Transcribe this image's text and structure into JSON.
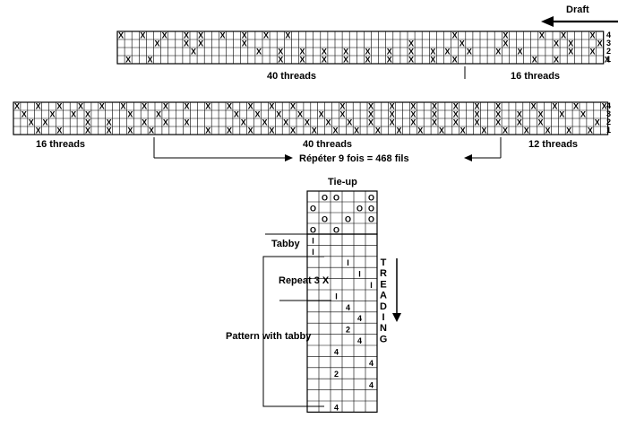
{
  "draft_label": "Draft",
  "shaft_numbers": [
    "4",
    "3",
    "2",
    "1"
  ],
  "row1": {
    "rows": [
      "X..X..X..X.X..X..X..X..X......................X......X....X..X...X.",
      ".....X...X.X.....X......................X......X.....X......X.X...X",
      "..........X........X..X..X..X..X..X..X..X..X.X..X...X..X......X..X.",
      ".X..X.................X..X..X..X..X..X..X..X..X..........X..X......X"
    ],
    "labels": [
      "40 threads",
      "16 threads"
    ]
  },
  "row2": {
    "rows": [
      "X..X..X..X..X..X..X..X..X..X..X..X..X..X......X...X..X..X..X..X..X..X....X..X..X...X",
      ".X...X..X.X.....X...X..........X..X..X..X..X..X...X..X..X..X..X..X..X..X..X..X..X..",
      "..X.X.....X..X....X..X..X.......X..X..X..X..X..X..X..X..X..X..X..X..X..X..X.......X",
      "...X..X...X..X..X..X.......X..X..X..X..X..X..X..X..X..X..X..X..X..X..X..X..X..X..X."
    ],
    "labels": [
      "16 threads",
      "40 threads",
      "12 threads"
    ]
  },
  "repeat_note": "Répéter 9 fois = 468 fils",
  "tieup": {
    "title": "Tie-up",
    "rows": [
      ".OO..O",
      "O...OO",
      ".O.O.O",
      "O.O..."
    ]
  },
  "treadling": {
    "title_letters": [
      "T",
      "R",
      "E",
      "A",
      "D",
      "I",
      "N",
      "G"
    ],
    "tabby_label": "Tabby",
    "repeat_label": "Repeat 3 X",
    "pattern_label": "Pattern with tabby",
    "tabby_marks": [
      "I",
      "I"
    ],
    "repeat_marks": [
      "I",
      "I",
      "I",
      "I"
    ],
    "pattern_marks": [
      "4",
      "4",
      "2",
      "4",
      "4",
      "4",
      "2",
      "4",
      "4"
    ]
  }
}
